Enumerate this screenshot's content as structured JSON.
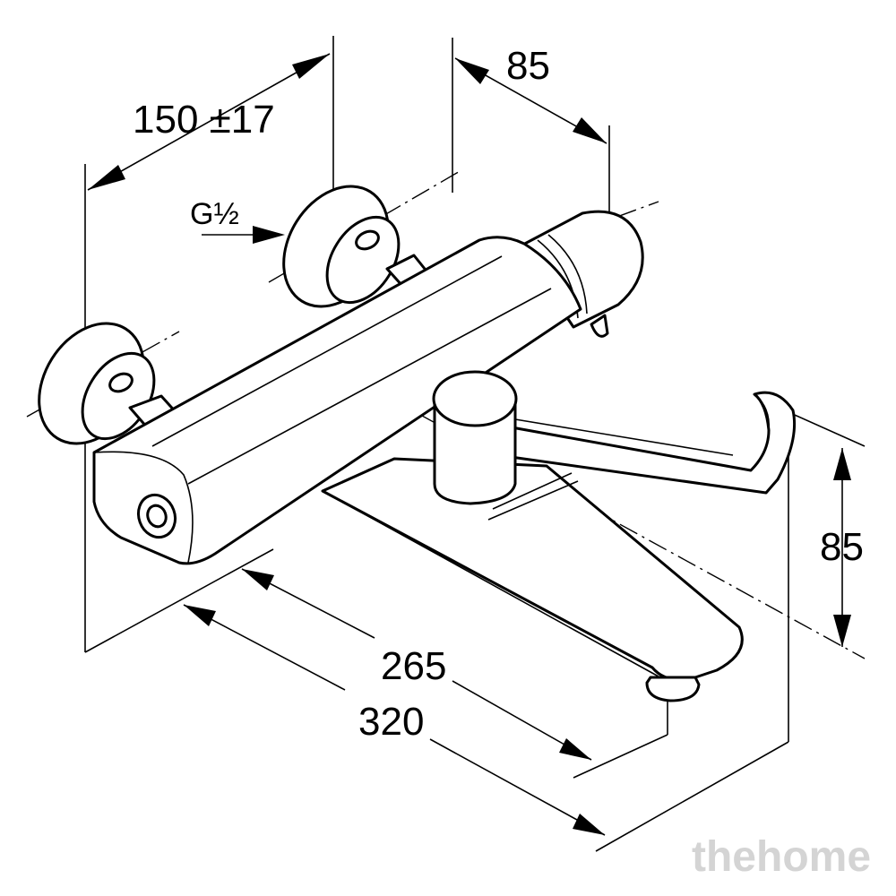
{
  "dimensions": {
    "inlet_spacing": "150 ±17",
    "depth_top": "85",
    "thread": "G½",
    "height_right": "85",
    "spout_length": "265",
    "total_length": "320"
  },
  "watermark": "thehome"
}
